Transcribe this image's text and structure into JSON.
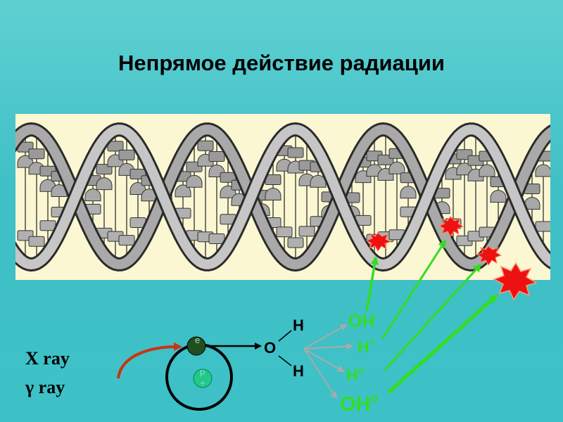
{
  "title": "Непрямое действие радиации",
  "rays": {
    "xray": "X ray",
    "gamma": "γ ray"
  },
  "particles": {
    "electron_symbol": "e",
    "proton_symbol": "p",
    "proton_charge": "+"
  },
  "water": {
    "oxygen": "O",
    "hydrogen_top": "H",
    "hydrogen_bottom": "H"
  },
  "products": [
    {
      "symbol": "OH",
      "mark": "-"
    },
    {
      "symbol": "H",
      "mark": "+"
    },
    {
      "symbol": "H",
      "mark": "o"
    },
    {
      "symbol": "OH",
      "mark": "o"
    }
  ],
  "colors": {
    "background": "#3fc0c6",
    "panel": "#fbf7d2",
    "product_green": "#33dd22",
    "damage_red": "#ee1111",
    "ray_track": "#cc3311"
  }
}
